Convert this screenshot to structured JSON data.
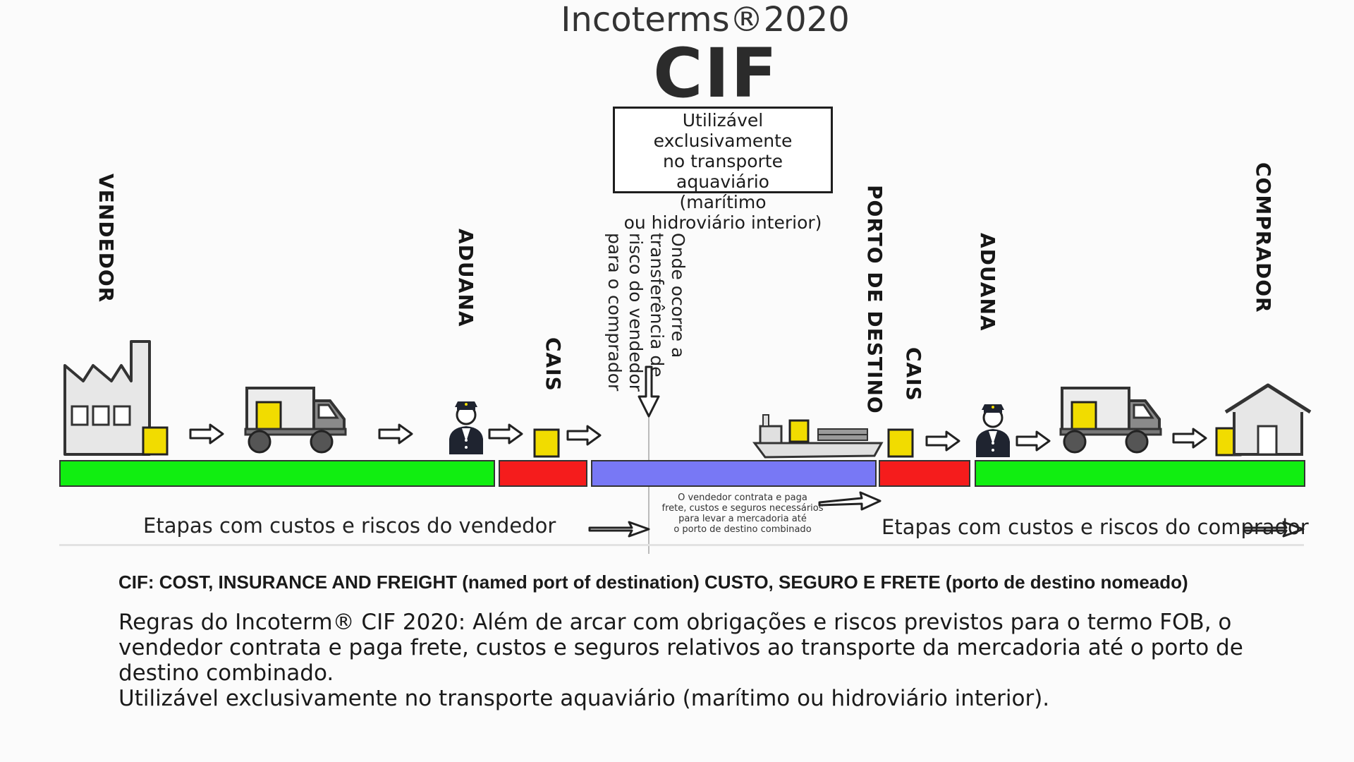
{
  "header": {
    "top": "Incoterms®2020",
    "main": "CIF"
  },
  "usage_box": {
    "lines": [
      "Utilizável exclusivamente",
      "no transporte aquaviário",
      "(marítimo",
      "ou hidroviário interior)"
    ]
  },
  "labels": {
    "vendedor": "VENDEDOR",
    "aduana_1": "ADUANA",
    "cais_1": "CAIS",
    "porto_destino": "PORTO DE DESTINO",
    "cais_2": "CAIS",
    "aduana_2": "ADUANA",
    "comprador": "COMPRADOR"
  },
  "risk_note": {
    "lines": [
      "Onde ocorre a",
      "transferência de",
      "risco do vendedor",
      "para o comprador"
    ]
  },
  "bars": {
    "colors": {
      "green": "#11ee11",
      "red": "#f51c1c",
      "blue": "#7878f5"
    }
  },
  "captions": {
    "seller": "Etapas com custos e riscos do vendedor",
    "buyer": "Etapas com custos e riscos do comprador",
    "freight_note": [
      "O vendedor contrata e paga",
      "frete, custos e seguros necessários",
      "para levar a mercadoria até",
      "o porto de destino combinado"
    ]
  },
  "footer": {
    "subtitle": "CIF: COST, INSURANCE AND FREIGHT (named port of destination) CUSTO, SEGURO E FRETE (porto de destino nomeado)",
    "rules": "Regras do Incoterm® CIF 2020: Além de arcar com obrigações e riscos previstos para o termo FOB, o vendedor contrata e paga frete, custos e seguros relativos ao transporte da mercadoria até o porto de destino combinado.",
    "usage": "Utilizável exclusivamente no transporte aquaviário (marítimo ou hidroviário interior)."
  },
  "icons": [
    "factory-icon",
    "truck-icon",
    "customs-officer-icon",
    "cargo-box-icon",
    "ship-icon",
    "house-icon",
    "arrow-right-icon"
  ]
}
